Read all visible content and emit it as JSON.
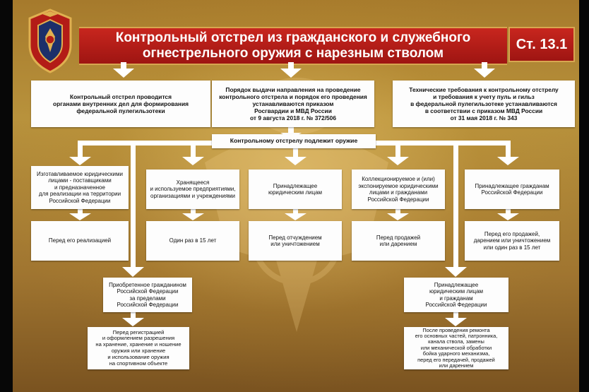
{
  "header": {
    "title": "Контрольный отстрел из гражданского и служебного\nогнестрельного оружия с нарезным стволом",
    "article": "Ст. 13.1"
  },
  "top_boxes": [
    {
      "text": "Контрольный отстрел проводится\nорганами внутренних дел для формирования\nфедеральной пулегильзотеки"
    },
    {
      "text": "Порядок выдачи направления на проведение\nконтрольного отстрела и порядок его проведения\nустанавливаются  приказом\nРосгвардии и МВД России\nот 9 августа 2018 г. № 372/506"
    },
    {
      "text": "Технические требования к контрольному отстрелу\nи требования к учету пуль и гильз\nв федеральной пулегильзотеке устанавливаются\nв соответствии с приказом МВД России\nот 31  мая 2018 г.  № 343"
    }
  ],
  "subject_box": "Контрольному отстрелу подлежит оружие",
  "categories": [
    {
      "text": "Изготавливаемое юридическими\nлицами - поставщиками\nи предназначенное\nдля реализации на территории\nРоссийской Федерации",
      "condition": "Перед его реализацией"
    },
    {
      "text": "Хранящееся\nи используемое предприятиями,\nорганизациями и учреждениями",
      "condition": "Один раз в 15 лет"
    },
    {
      "text": "Принадлежащее\nюридическим лицам",
      "condition": "Перед отчуждением\nили уничтожением"
    },
    {
      "text": "Коллекционируемое и (или)\nэкспонируемое юридическими\nлицами и гражданами\nРоссийской Федерации",
      "condition": "Перед продажей\nили дарением"
    },
    {
      "text": "Принадлежащее гражданам\nРоссийской Федерации",
      "condition": "Перед его продажей,\nдарением или уничтожением\nили один раз в 15 лет"
    }
  ],
  "lower_left": {
    "text": "Приобретенное гражданином\nРоссийской Федерации\nза пределами\nРоссийской Федерации",
    "condition": "Перед регистрацией\nи оформлением разрешения\nна хранение, хранение и ношение\nоружия или хранение\nи использование оружия\nна спортивном объекте"
  },
  "lower_right": {
    "text": "Принадлежащее\nюридическим лицам\nи гражданам\nРоссийской Федерации",
    "condition": "После проведения ремонта\nего основных частей, патронника,\nканала ствола, замены\nили механической обработки\nбойка ударного механизма,\nперед его передачей, продажей\nили дарением"
  },
  "colors": {
    "header_red": "#b31c17",
    "gold": "#b8923c",
    "arrow": "#ffffff"
  }
}
